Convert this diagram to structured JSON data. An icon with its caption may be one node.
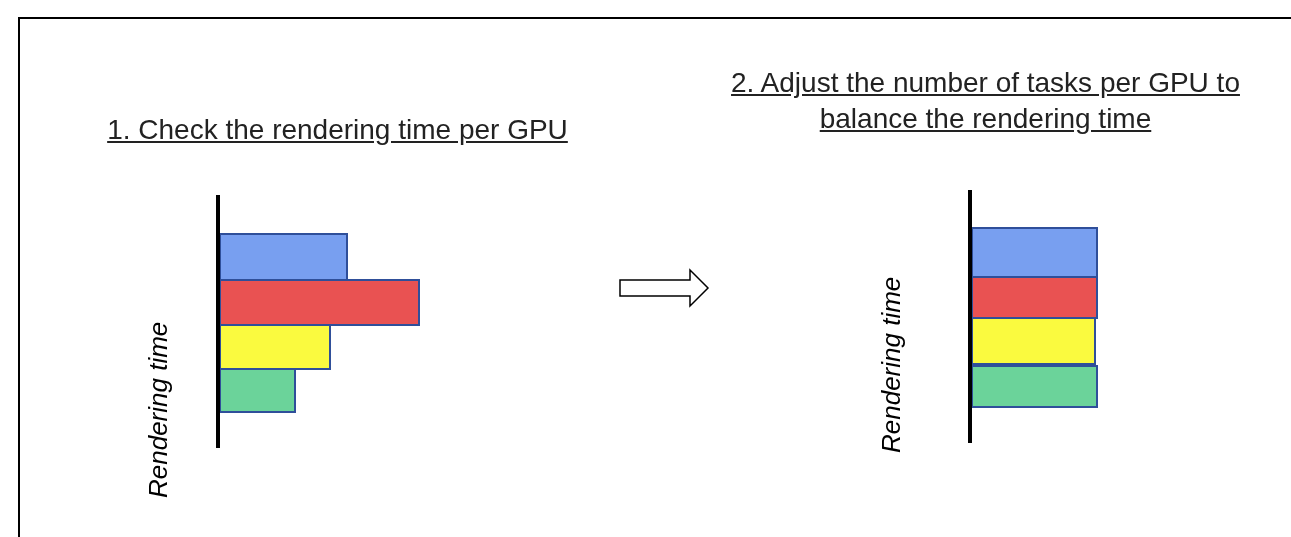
{
  "diagram": {
    "nodes": [
      {
        "text": [
          "1. Check the rendering time per GPU",
          "Rendering time"
        ]
      },
      {
        "text": [
          "2. Adjust the number of tasks per GPU to balance the rendering time",
          "Rendering time"
        ]
      }
    ],
    "edges": [
      {
        "from": 0,
        "to": 1,
        "arrow": "to"
      }
    ]
  }
}
